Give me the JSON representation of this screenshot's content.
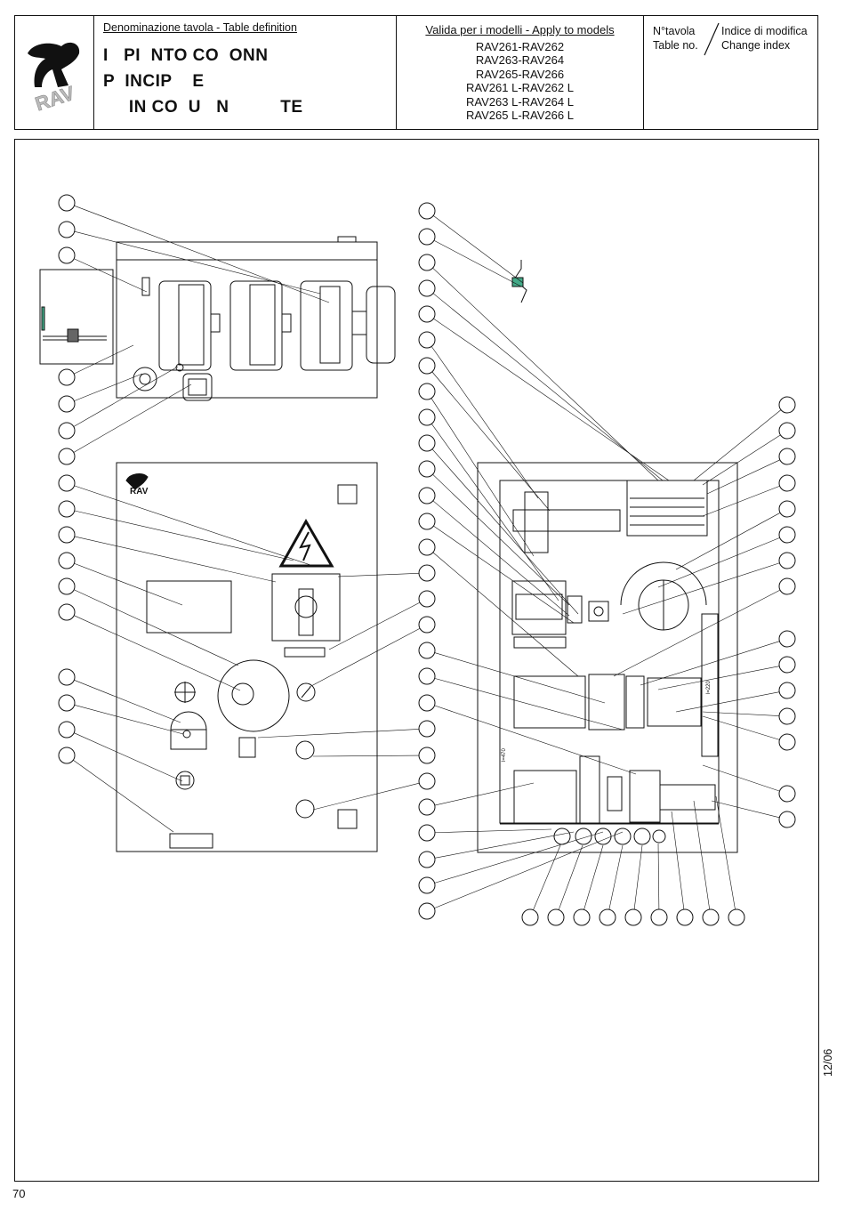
{
  "header": {
    "definition_label": "Denominazione tavola - Table definition",
    "title_lines": [
      "I   PI  NTO CO  ONN",
      "P  INCIP    E",
      "     IN CO  U   N          TE"
    ],
    "models_label": "Valida per i modelli - Apply to models",
    "models": [
      "RAV261-RAV262",
      "RAV263-RAV264",
      "RAV265-RAV266",
      "RAV261 L-RAV262 L",
      "RAV263 L-RAV264 L",
      "RAV265 L-RAV266 L"
    ],
    "table_no_it": "N°tavola",
    "table_no_en": "Table no.",
    "change_index_it": "Indice di modifica",
    "change_index_en": "Change index"
  },
  "diagram": {
    "logo_text": "RAV",
    "din_rail_label": "l=470",
    "din_rail_label_2": "l=220"
  },
  "footer": {
    "page_number": "70",
    "date_code": "12/06"
  }
}
